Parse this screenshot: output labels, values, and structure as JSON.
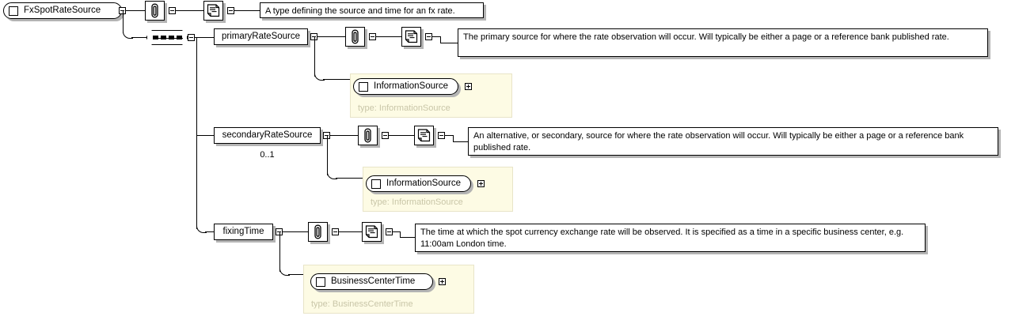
{
  "diagram": {
    "type": "xsd-schema-diagram",
    "root": {
      "name": "FxSpotRateSource",
      "annotation": "A type defining the source and time for an fx rate.",
      "compositor": "sequence"
    },
    "elements": [
      {
        "name": "primaryRateSource",
        "cardinality": "",
        "annotation": "The primary source for where the rate observation will occur. Will typically be either a page or a reference bank published rate.",
        "type_name": "InformationSource",
        "type_label": "type: InformationSource"
      },
      {
        "name": "secondaryRateSource",
        "cardinality": "0..1",
        "annotation": "An alternative, or secondary, source for where the rate observation will occur. Will typically be either a page or a reference bank published rate.",
        "type_name": "InformationSource",
        "type_label": "type: InformationSource"
      },
      {
        "name": "fixingTime",
        "cardinality": "",
        "annotation": "The time at which the spot currency exchange rate will be observed. It is specified as a time in a specific business center, e.g. 11:00am London time.",
        "type_name": "BusinessCenterTime",
        "type_label": "type: BusinessCenterTime"
      }
    ],
    "icons": {
      "annotation_icon": "paperclip-icon",
      "documentation_icon": "document-icon",
      "expander_collapse": "minus-box-icon",
      "expander_expand": "plus-box-icon"
    },
    "colors": {
      "line": "#000000",
      "box_fill": "#ffffff",
      "shadow": "#b4b4b4",
      "type_fill": "#fdfbe4",
      "type_border": "#e8e4c8",
      "type_label_text": "#c9c6a8"
    }
  }
}
